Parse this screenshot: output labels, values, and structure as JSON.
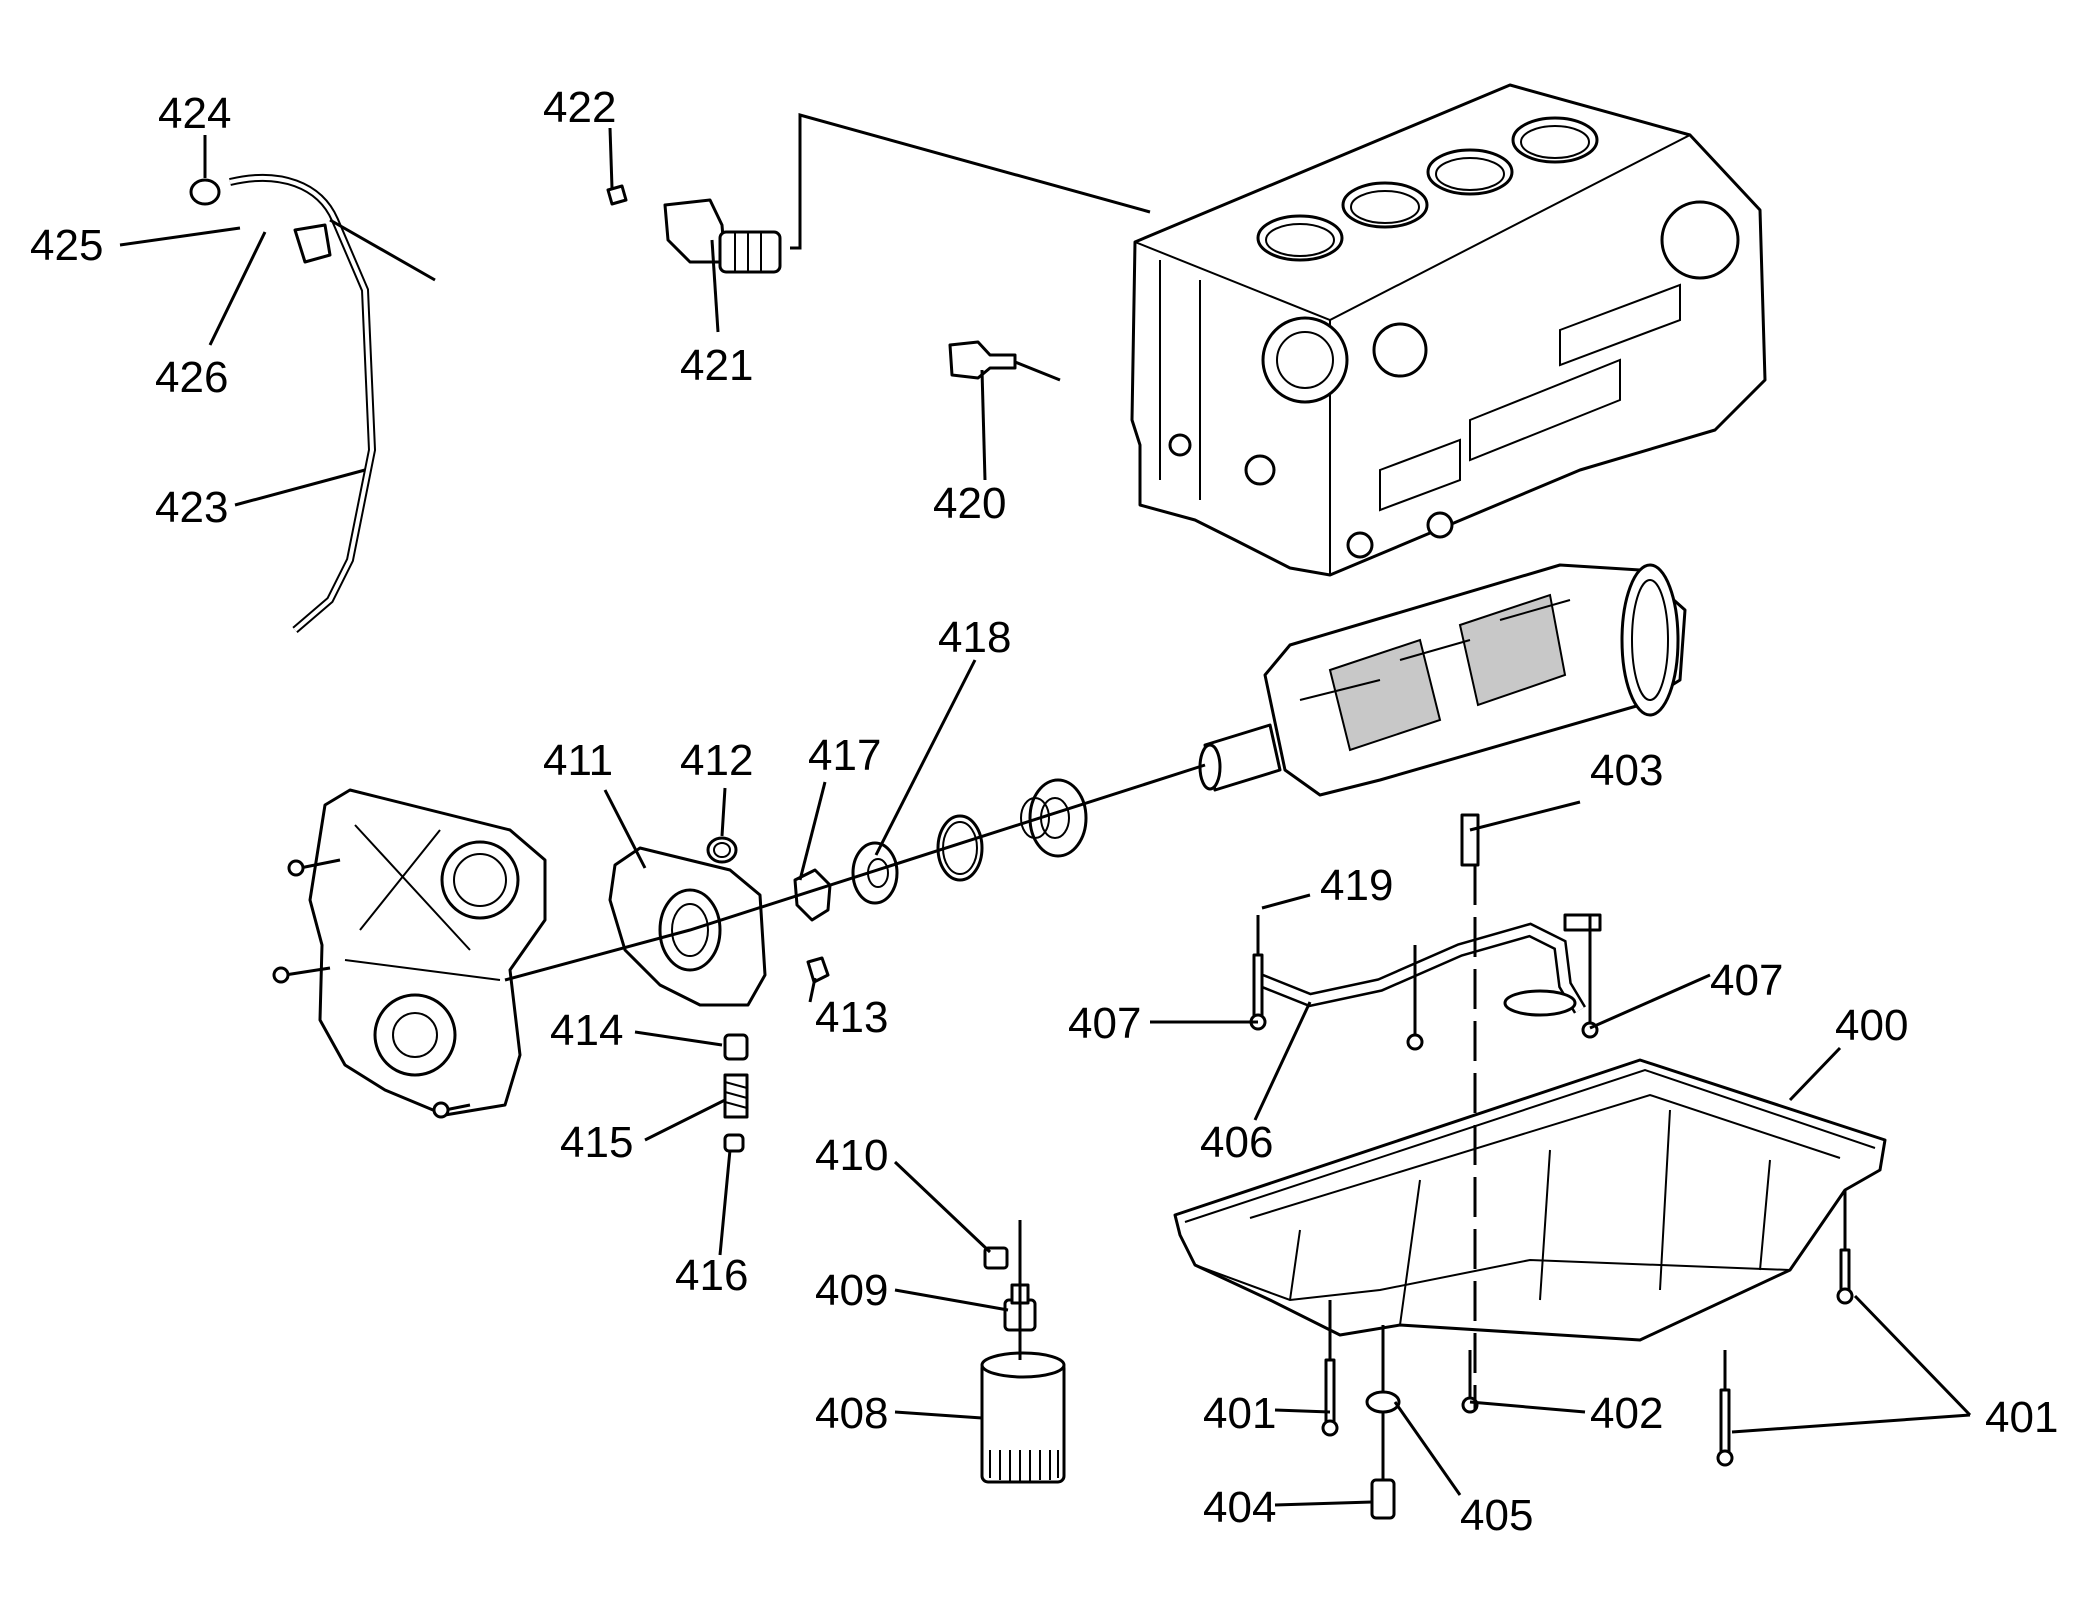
{
  "diagram": {
    "labels": {
      "400": "400",
      "401a": "401",
      "401b": "401",
      "402": "402",
      "403": "403",
      "404": "404",
      "405": "405",
      "406": "406",
      "407a": "407",
      "407b": "407",
      "408": "408",
      "409": "409",
      "410": "410",
      "411": "411",
      "412": "412",
      "413": "413",
      "414": "414",
      "415": "415",
      "416": "416",
      "417": "417",
      "418": "418",
      "419": "419",
      "420": "420",
      "421": "421",
      "422": "422",
      "423": "423",
      "424": "424",
      "425": "425",
      "426": "426"
    }
  }
}
